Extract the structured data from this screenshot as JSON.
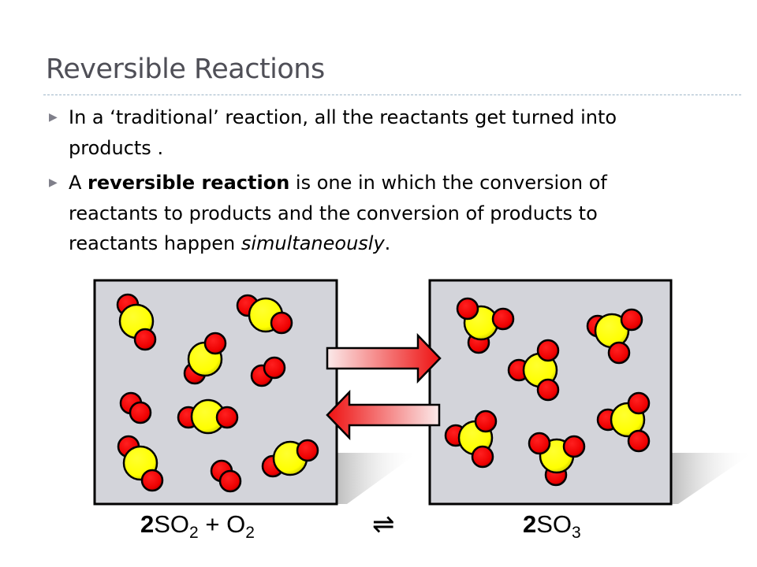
{
  "slide": {
    "title": "Reversible Reactions",
    "bullets": [
      {
        "icon": "triangle-bullet-icon",
        "parts": {
          "a": "In a ‘traditional’ reaction, all the reactants get turned into products ."
        }
      },
      {
        "icon": "triangle-bullet-icon",
        "parts": {
          "a": "A ",
          "b": "reversible reaction",
          "c": " is one in which the conversion of reactants to products and the conversion of products to reactants happen ",
          "d": "simultaneously",
          "e": "."
        }
      }
    ]
  },
  "figure": {
    "left_equation": {
      "coef": "2",
      "s1": "SO",
      "sub1": "2",
      "plus": " + O",
      "sub2": "2"
    },
    "equilibrium_symbol": "⇌",
    "right_equation": {
      "coef": "2",
      "s1": "SO",
      "sub1": "3"
    },
    "colors": {
      "sulfur": "#ffff00",
      "oxygen": "#ee0000",
      "box": "#d3d4da",
      "arrow": "#ee1111"
    }
  }
}
